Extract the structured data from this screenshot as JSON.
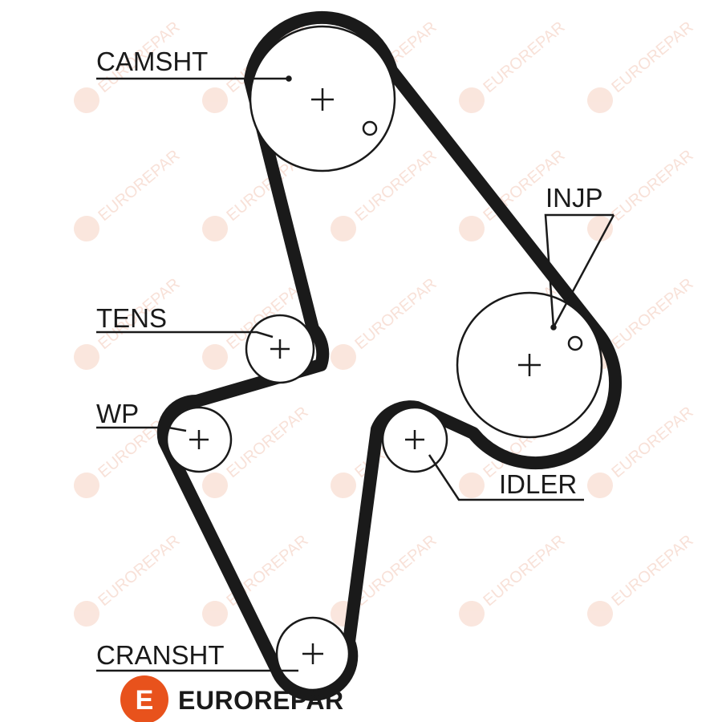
{
  "diagram": {
    "labels": {
      "camshaft": "CAMSHT",
      "injection_pump": "INJP",
      "tensioner": "TENS",
      "water_pump": "WP",
      "idler": "IDLER",
      "crankshaft": "CRANSHT"
    },
    "brand": {
      "name": "EUROREPAR",
      "watermark_text": "EUROREPAR",
      "logo_letter": "E",
      "logo_color": "#e8521c",
      "watermark_color": "#f3c9b9"
    },
    "belt_color": "#1a1a1a"
  }
}
